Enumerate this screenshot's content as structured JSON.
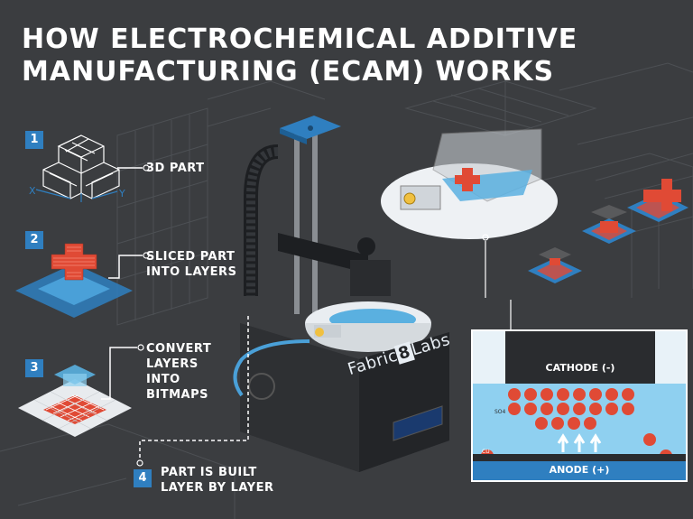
{
  "title": {
    "line1": "HOW ELECTROCHEMICAL ADDITIVE",
    "line2": "MANUFACTURING (ECAM) WORKS"
  },
  "steps": [
    {
      "number": "1",
      "label_lines": [
        "3D PART"
      ]
    },
    {
      "number": "2",
      "label_lines": [
        "SLICED PART",
        "INTO LAYERS"
      ]
    },
    {
      "number": "3",
      "label_lines": [
        "CONVERT",
        "LAYERS",
        "INTO",
        "BITMAPS"
      ]
    },
    {
      "number": "4",
      "label_lines": [
        "PART IS BUILT",
        "LAYER BY LAYER"
      ]
    }
  ],
  "axes": {
    "x": "X",
    "y": "Y"
  },
  "machine": {
    "brand_prefix": "Fabric",
    "brand_digit": "8",
    "brand_suffix": "Labs"
  },
  "cell": {
    "cathode_label": "CATHODE (-)",
    "anode_label": "ANODE (+)",
    "ion_label": "CU",
    "sulfate_label": "SO4"
  },
  "colors": {
    "background": "#3b3d40",
    "accent_blue": "#2f7fc0",
    "copper_red": "#e04a35",
    "electrolyte": "#8fd0f0"
  }
}
